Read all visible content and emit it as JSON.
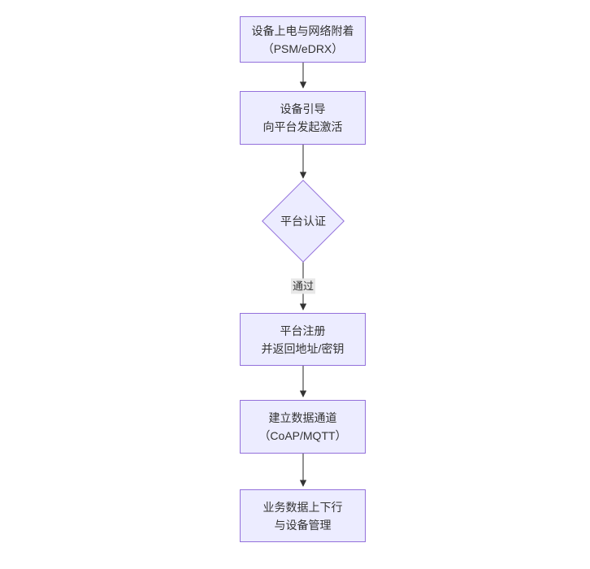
{
  "diagram": {
    "type": "flowchart-top-down",
    "colors": {
      "background": "#ffffff",
      "node_fill": "#ECECFF",
      "node_border": "#9370DB",
      "edge_line": "#4a4a4a",
      "arrowhead": "#333333",
      "text": "#333333",
      "edge_label_bg": "#e8e8e8"
    },
    "nodes": [
      {
        "id": "power-network-attach",
        "shape": "rect",
        "line1": "设备上电与网络附着",
        "line2": "（PSM/eDRX）"
      },
      {
        "id": "device-bootstrap",
        "shape": "rect",
        "line1": "设备引导",
        "line2": "向平台发起激活"
      },
      {
        "id": "platform-auth",
        "shape": "diamond",
        "line1": "平台认证",
        "line2": ""
      },
      {
        "id": "platform-register",
        "shape": "rect",
        "line1": "平台注册",
        "line2": "并返回地址/密钥"
      },
      {
        "id": "data-channel",
        "shape": "rect",
        "line1": "建立数据通道",
        "line2": "（CoAP/MQTT）"
      },
      {
        "id": "business-data",
        "shape": "rect",
        "line1": "业务数据上下行",
        "line2": "与设备管理"
      }
    ],
    "edges": [
      {
        "from": "power-network-attach",
        "to": "device-bootstrap",
        "label": ""
      },
      {
        "from": "device-bootstrap",
        "to": "platform-auth",
        "label": ""
      },
      {
        "from": "platform-auth",
        "to": "platform-register",
        "label": "通过"
      },
      {
        "from": "platform-register",
        "to": "data-channel",
        "label": ""
      },
      {
        "from": "data-channel",
        "to": "business-data",
        "label": ""
      }
    ]
  }
}
